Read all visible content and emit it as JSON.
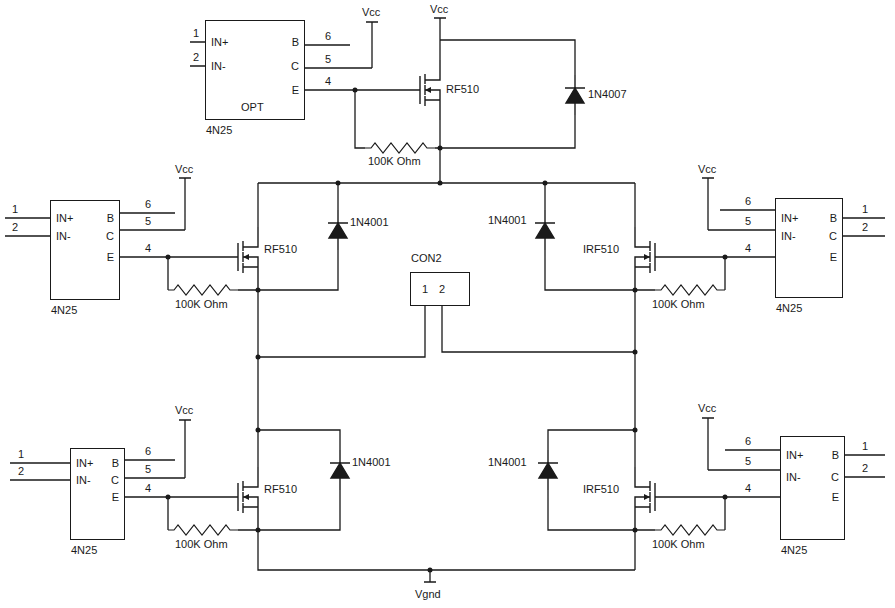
{
  "diagram": {
    "nodes": [
      {
        "text": [
          "IN+",
          "B",
          "IN-",
          "C",
          "E",
          "OPT",
          "4N25"
        ]
      },
      {
        "text": [
          "IN+",
          "B",
          "IN-",
          "C",
          "E",
          "4N25"
        ]
      },
      {
        "text": [
          "CON2",
          "1",
          "2"
        ]
      },
      {
        "text": [
          "IN+",
          "B",
          "IN-",
          "C",
          "E",
          "4N25"
        ]
      },
      {
        "text": [
          "IN+",
          "B",
          "IN-",
          "C",
          "E",
          "4N25"
        ]
      },
      {
        "text": [
          "IN+",
          "B",
          "IN-",
          "C",
          "E",
          "4N25"
        ]
      }
    ],
    "labels": [
      "1",
      "2",
      "6",
      "5",
      "4",
      "Vcc",
      "Vcc",
      "RF510",
      "1N4007",
      "100K Ohm",
      "1",
      "2",
      "6",
      "5",
      "4",
      "Vcc",
      "RF510",
      "1N4001",
      "100K Ohm",
      "Vcc",
      "6",
      "5",
      "4",
      "1",
      "2",
      "IRF510",
      "1N4001",
      "100K Ohm",
      "1",
      "2",
      "6",
      "5",
      "4",
      "Vcc",
      "RF510",
      "1N4001",
      "100K Ohm",
      "Vcc",
      "6",
      "5",
      "4",
      "1",
      "2",
      "IRF510",
      "1N4001",
      "100K Ohm",
      "Vgnd"
    ]
  }
}
